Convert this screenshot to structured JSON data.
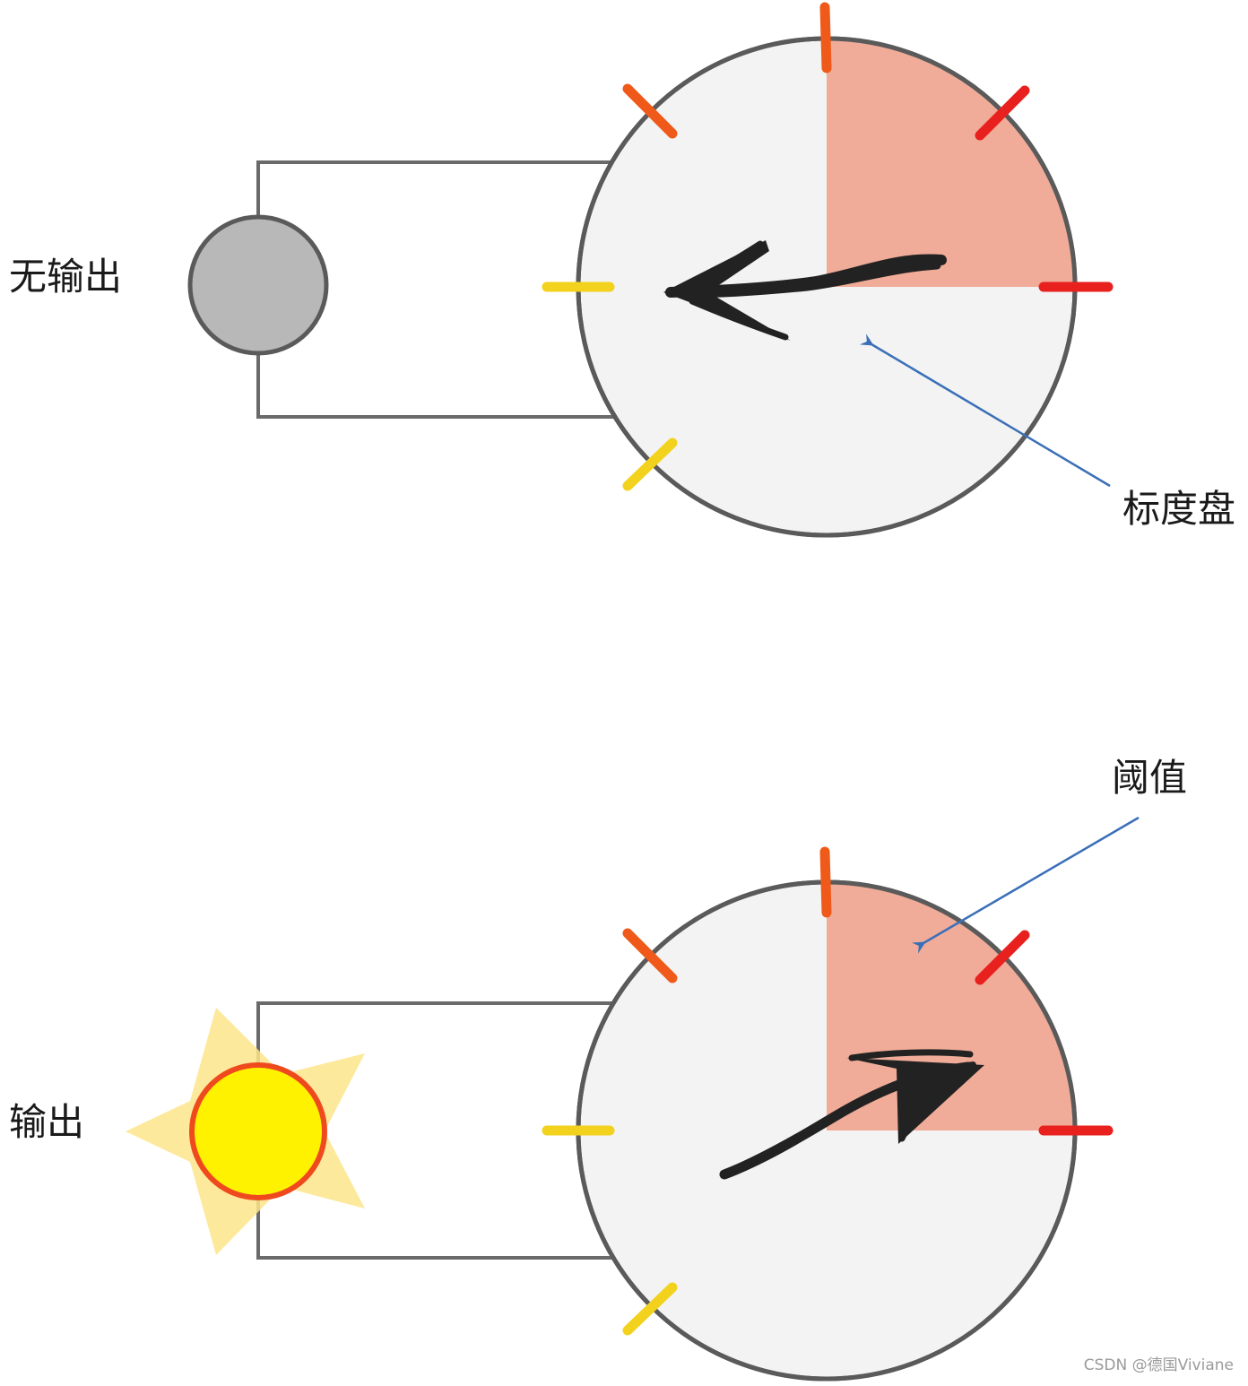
{
  "labels": {
    "no_output": "无输出",
    "output": "输出",
    "dial": "标度盘",
    "threshold": "阈值"
  },
  "watermark": "CSDN @德国Viviane",
  "colors": {
    "dial_face": "#f3f3f3",
    "threshold_zone": "#f0ac98",
    "annotation_arrow": "#3a6fb8",
    "tick_yellow": "#f2d21c",
    "tick_orange": "#ef5a1a",
    "tick_red": "#e8201e",
    "bulb_off": "#b8b8b8",
    "bulb_on": "#fff200",
    "bulb_rim": "#ef4a1e",
    "glow": "#fde58a"
  },
  "panels": [
    {
      "state": "no-output",
      "bulb": "off",
      "needle": "left"
    },
    {
      "state": "output",
      "bulb": "on",
      "needle": "upper-right-in-threshold"
    }
  ]
}
